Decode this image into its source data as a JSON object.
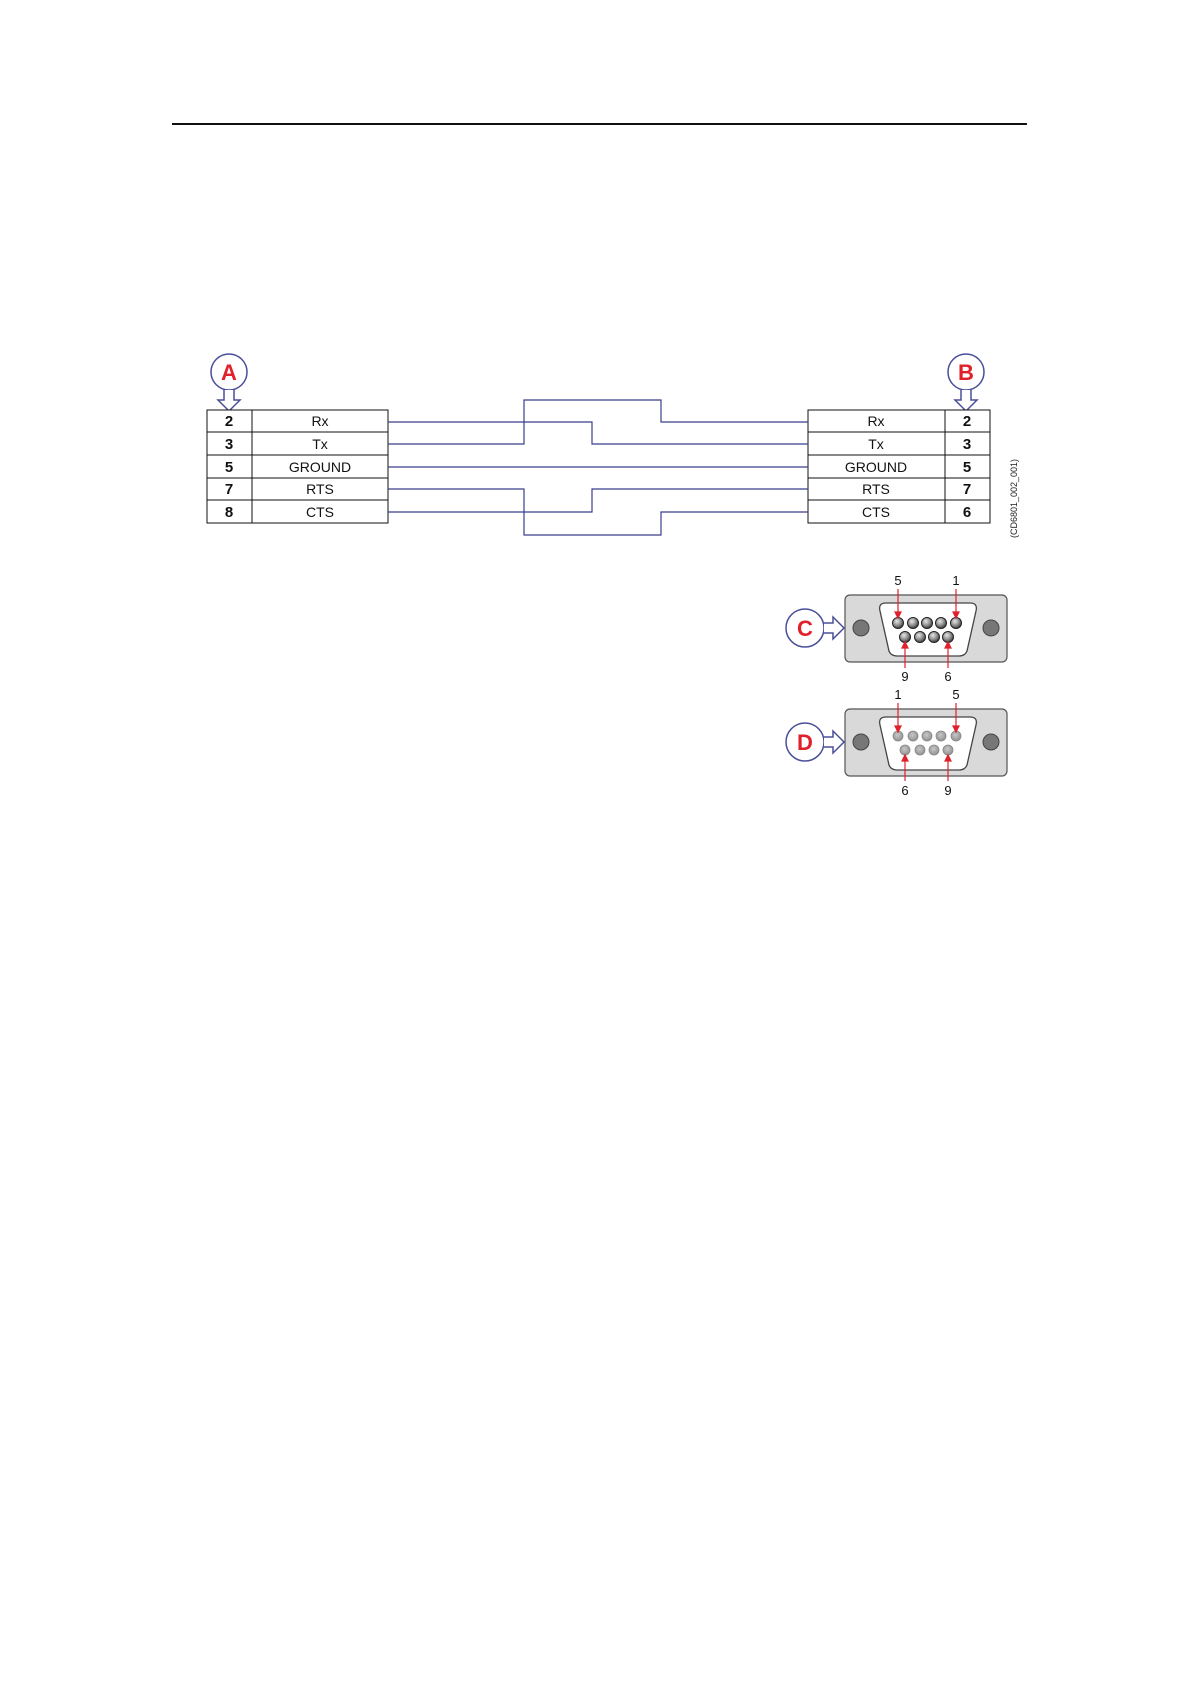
{
  "callouts": {
    "a": "A",
    "b": "B",
    "c": "C",
    "d": "D"
  },
  "connector_a": {
    "rows": [
      {
        "pin": "2",
        "signal": "Rx"
      },
      {
        "pin": "3",
        "signal": "Tx"
      },
      {
        "pin": "5",
        "signal": "GROUND"
      },
      {
        "pin": "7",
        "signal": "RTS"
      },
      {
        "pin": "8",
        "signal": "CTS"
      }
    ]
  },
  "connector_b": {
    "rows": [
      {
        "pin": "2",
        "signal": "Rx"
      },
      {
        "pin": "3",
        "signal": "Tx"
      },
      {
        "pin": "5",
        "signal": "GROUND"
      },
      {
        "pin": "7",
        "signal": "RTS"
      },
      {
        "pin": "6",
        "signal": "CTS"
      }
    ]
  },
  "figure_ref": "(CD6801_002_001)",
  "dsub_c": {
    "top_left": "5",
    "top_right": "1",
    "bottom_left": "9",
    "bottom_right": "6"
  },
  "dsub_d": {
    "top_left": "1",
    "top_right": "5",
    "bottom_left": "6",
    "bottom_right": "9"
  },
  "colors": {
    "wire": "#3a3f8c",
    "callout_text": "#e0202a",
    "callout_ring": "#4a4f9a",
    "shell": "#d9d9d9",
    "pin_pointer": "#e0202a"
  }
}
